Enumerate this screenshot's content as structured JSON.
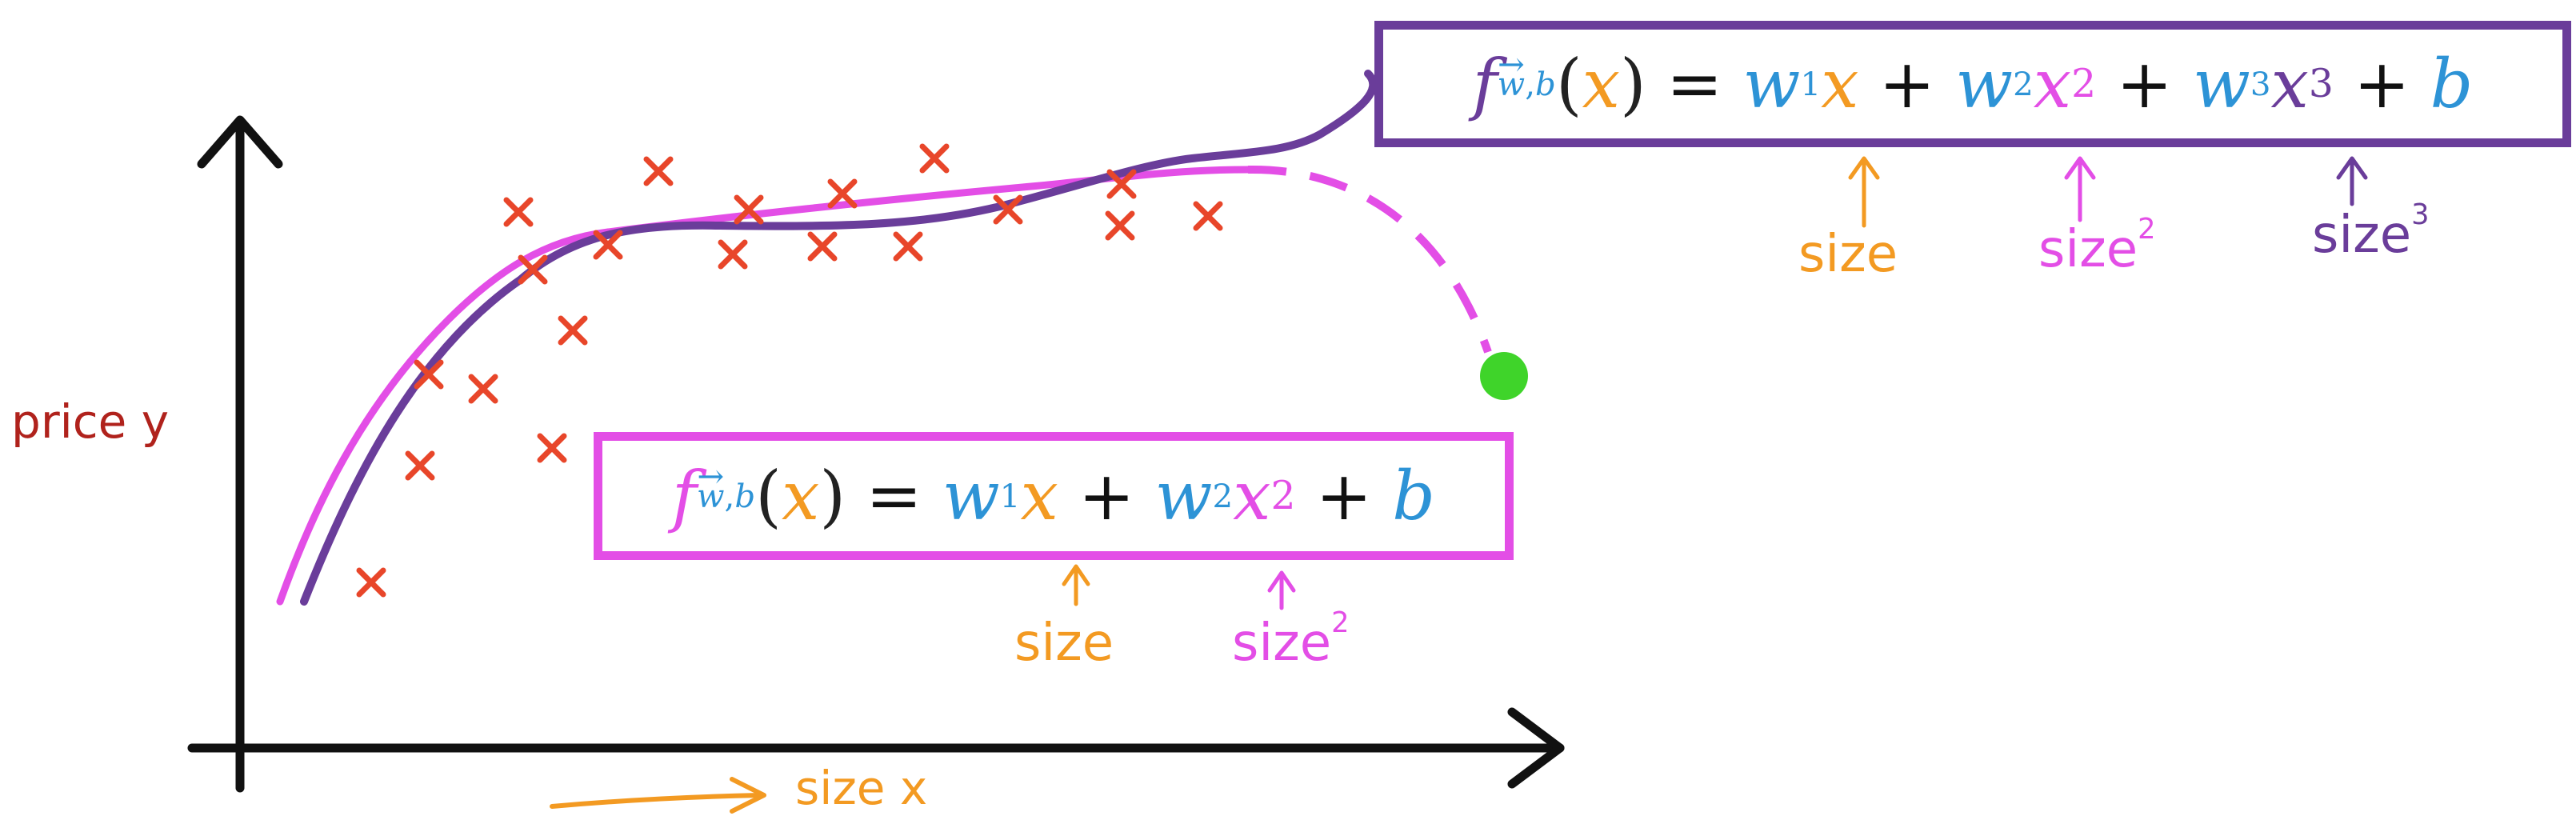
{
  "axes": {
    "y_label": "price y",
    "x_label": "size x"
  },
  "colors": {
    "axis": "#111111",
    "data_point": "#e8462a",
    "quadratic": "#e34ee6",
    "cubic": "#6a3d9a",
    "weight": "#2d93d6",
    "feature": "#f39a22",
    "outlier_point": "#3fd42a",
    "y_label": "#b0221c"
  },
  "equations": {
    "cubic": {
      "f": "f",
      "sub_w": "w",
      "sub_comma": ",",
      "sub_b": "b",
      "open_paren": "(",
      "x": "x",
      "close_paren": ")",
      "equals": "=",
      "w1": "w",
      "w1_sub": "1",
      "x1": "x",
      "plus1": "+",
      "w2": "w",
      "w2_sub": "2",
      "x2": "x",
      "x2_pow": "2",
      "plus2": "+",
      "w3": "w",
      "w3_sub": "3",
      "x3": "x",
      "x3_pow": "3",
      "plus3": "+",
      "b": "b"
    },
    "quadratic": {
      "f": "f",
      "sub_w": "w",
      "sub_comma": ",",
      "sub_b": "b",
      "open_paren": "(",
      "x": "x",
      "close_paren": ")",
      "equals": "=",
      "w1": "w",
      "w1_sub": "1",
      "x1": "x",
      "plus1": "+",
      "w2": "w",
      "w2_sub": "2",
      "x2": "x",
      "x2_pow": "2",
      "plus2": "+",
      "b": "b"
    }
  },
  "annotations": {
    "cubic_size": "size",
    "cubic_size2": "size",
    "cubic_size2_pow": "2",
    "cubic_size3": "size",
    "cubic_size3_pow": "3",
    "quad_size": "size",
    "quad_size2": "size",
    "quad_size2_pow": "2"
  }
}
